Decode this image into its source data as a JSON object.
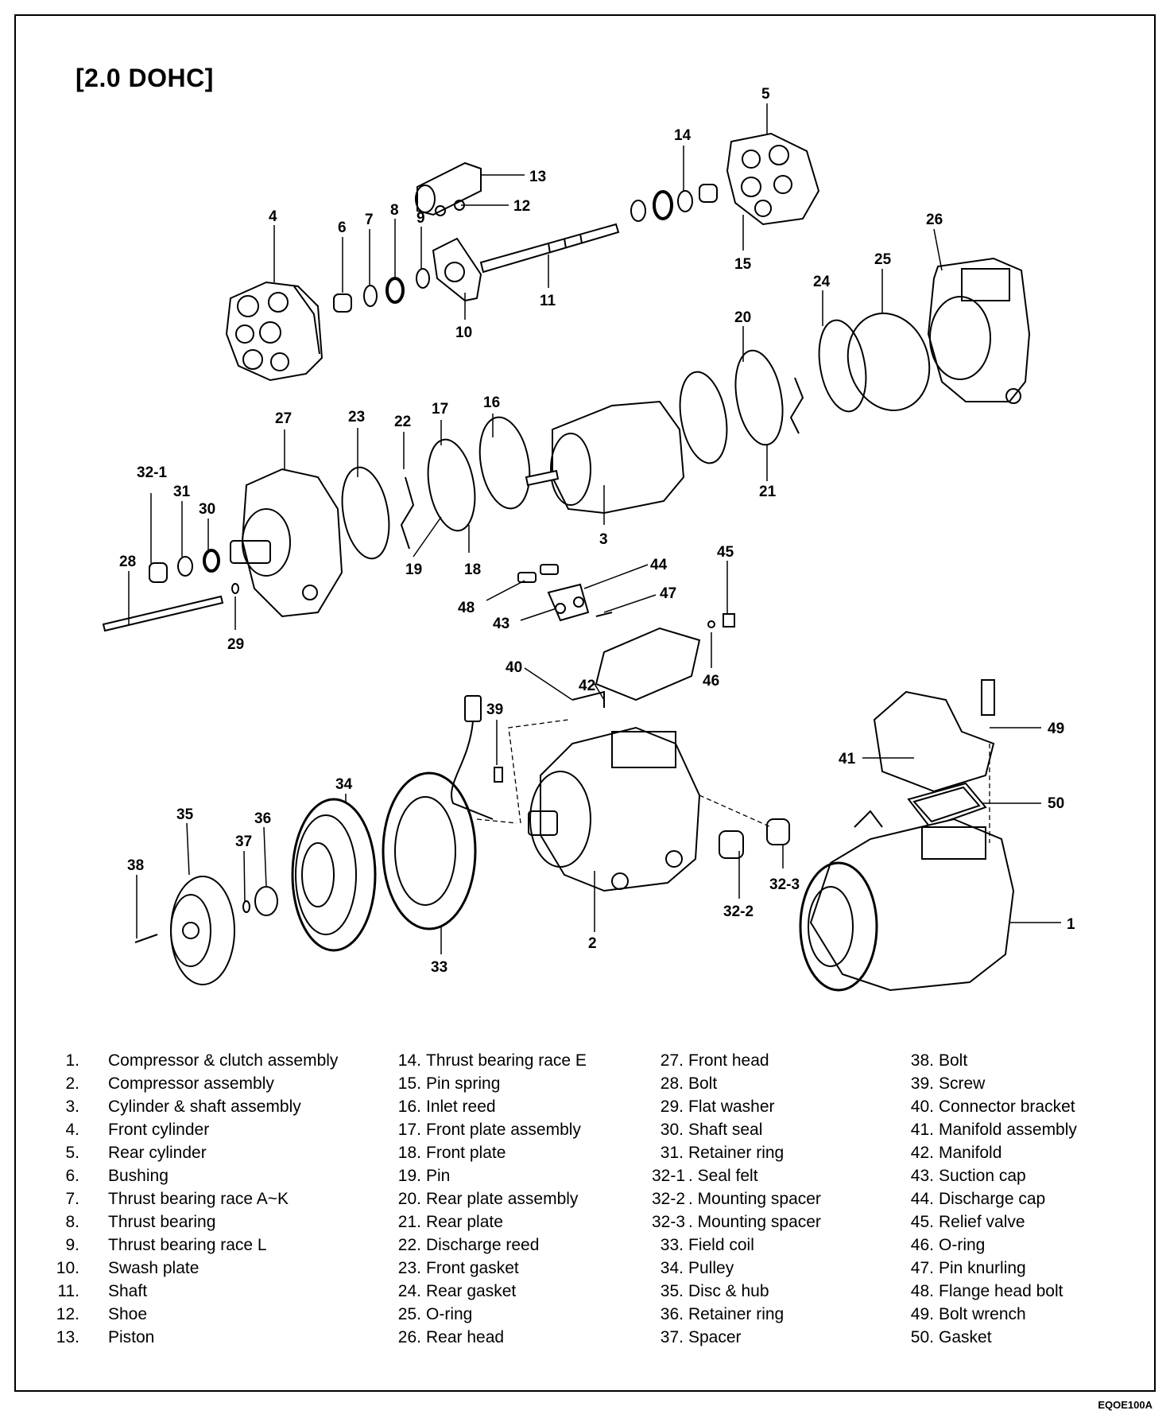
{
  "title": "[2.0 DOHC]",
  "figure_code": "EQOE100A",
  "callouts": [
    "1",
    "2",
    "3",
    "4",
    "5",
    "6",
    "7",
    "8",
    "9",
    "10",
    "11",
    "12",
    "13",
    "14",
    "15",
    "16",
    "17",
    "18",
    "19",
    "20",
    "21",
    "22",
    "23",
    "24",
    "25",
    "26",
    "27",
    "28",
    "29",
    "30",
    "31",
    "32-1",
    "32-2",
    "32-3",
    "33",
    "34",
    "35",
    "36",
    "37",
    "38",
    "39",
    "40",
    "41",
    "42",
    "43",
    "44",
    "45",
    "46",
    "47",
    "48",
    "49",
    "50"
  ],
  "legend": [
    [
      {
        "num": "1.",
        "label": "Compressor & clutch assembly"
      },
      {
        "num": "2.",
        "label": "Compressor assembly"
      },
      {
        "num": "3.",
        "label": "Cylinder & shaft assembly"
      },
      {
        "num": "4.",
        "label": "Front cylinder"
      },
      {
        "num": "5.",
        "label": "Rear cylinder"
      },
      {
        "num": "6.",
        "label": "Bushing"
      },
      {
        "num": "7.",
        "label": "Thrust bearing race A~K"
      },
      {
        "num": "8.",
        "label": "Thrust bearing"
      },
      {
        "num": "9.",
        "label": "Thrust bearing race L"
      },
      {
        "num": "10.",
        "label": "Swash plate"
      },
      {
        "num": "11.",
        "label": "Shaft"
      },
      {
        "num": "12.",
        "label": "Shoe"
      },
      {
        "num": "13.",
        "label": "Piston"
      }
    ],
    [
      {
        "num": "14.",
        "label": "Thrust bearing race E"
      },
      {
        "num": "15.",
        "label": "Pin spring"
      },
      {
        "num": "16.",
        "label": "Inlet reed"
      },
      {
        "num": "17.",
        "label": "Front plate assembly"
      },
      {
        "num": "18.",
        "label": "Front plate"
      },
      {
        "num": "19.",
        "label": "Pin"
      },
      {
        "num": "20.",
        "label": "Rear plate assembly"
      },
      {
        "num": "21.",
        "label": "Rear plate"
      },
      {
        "num": "22.",
        "label": "Discharge reed"
      },
      {
        "num": "23.",
        "label": "Front gasket"
      },
      {
        "num": "24.",
        "label": "Rear gasket"
      },
      {
        "num": "25.",
        "label": "O-ring"
      },
      {
        "num": "26.",
        "label": "Rear head"
      }
    ],
    [
      {
        "num": "27.",
        "label": "Front head"
      },
      {
        "num": "28.",
        "label": "Bolt"
      },
      {
        "num": "29.",
        "label": "Flat washer"
      },
      {
        "num": "30.",
        "label": "Shaft seal"
      },
      {
        "num": "31.",
        "label": "Retainer ring"
      },
      {
        "num": "32-1",
        "label": ". Seal felt"
      },
      {
        "num": "32-2",
        "label": ". Mounting spacer"
      },
      {
        "num": "32-3",
        "label": ". Mounting spacer"
      },
      {
        "num": "33.",
        "label": "Field coil"
      },
      {
        "num": "34.",
        "label": "Pulley"
      },
      {
        "num": "35.",
        "label": "Disc & hub"
      },
      {
        "num": "36.",
        "label": "Retainer ring"
      },
      {
        "num": "37.",
        "label": "Spacer"
      }
    ],
    [
      {
        "num": "38.",
        "label": "Bolt"
      },
      {
        "num": "39.",
        "label": "Screw"
      },
      {
        "num": "40.",
        "label": "Connector bracket"
      },
      {
        "num": "41.",
        "label": "Manifold assembly"
      },
      {
        "num": "42.",
        "label": "Manifold"
      },
      {
        "num": "43.",
        "label": "Suction cap"
      },
      {
        "num": "44.",
        "label": "Discharge cap"
      },
      {
        "num": "45.",
        "label": "Relief valve"
      },
      {
        "num": "46.",
        "label": "O-ring"
      },
      {
        "num": "47.",
        "label": "Pin knurling"
      },
      {
        "num": "48.",
        "label": "Flange head bolt"
      },
      {
        "num": "49.",
        "label": "Bolt wrench"
      },
      {
        "num": "50.",
        "label": "Gasket"
      }
    ]
  ]
}
